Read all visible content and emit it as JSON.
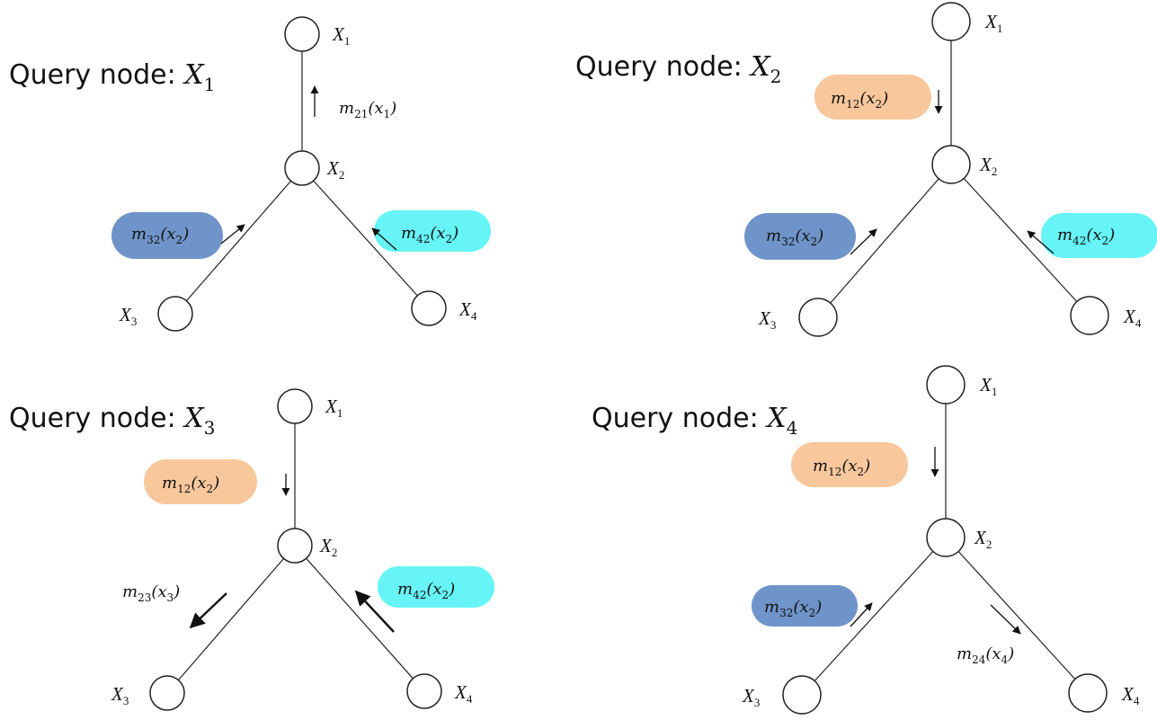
{
  "title_prefix": "Query node: ",
  "colors": {
    "orange": "#f9c79c",
    "blue": "#6f94c9",
    "cyan": "#66f4f7"
  },
  "panels": [
    {
      "query": {
        "var": "X",
        "sub": "1"
      },
      "nodes": [
        {
          "id": "1",
          "label": "X",
          "sub": "1"
        },
        {
          "id": "2",
          "label": "X",
          "sub": "2"
        },
        {
          "id": "3",
          "label": "X",
          "sub": "3"
        },
        {
          "id": "4",
          "label": "X",
          "sub": "4"
        }
      ],
      "messages": [
        {
          "name": "m",
          "sub": "21",
          "arg": "x",
          "argsub": "1",
          "edge": "1-2",
          "direction": "up",
          "highlight": null
        },
        {
          "name": "m",
          "sub": "32",
          "arg": "x",
          "argsub": "2",
          "edge": "2-3",
          "direction": "toward-2",
          "highlight": "blue"
        },
        {
          "name": "m",
          "sub": "42",
          "arg": "x",
          "argsub": "2",
          "edge": "2-4",
          "direction": "toward-2",
          "highlight": "cyan"
        }
      ]
    },
    {
      "query": {
        "var": "X",
        "sub": "2"
      },
      "nodes": [
        {
          "id": "1",
          "label": "X",
          "sub": "1"
        },
        {
          "id": "2",
          "label": "X",
          "sub": "2"
        },
        {
          "id": "3",
          "label": "X",
          "sub": "3"
        },
        {
          "id": "4",
          "label": "X",
          "sub": "4"
        }
      ],
      "messages": [
        {
          "name": "m",
          "sub": "12",
          "arg": "x",
          "argsub": "2",
          "edge": "1-2",
          "direction": "down",
          "highlight": "orange"
        },
        {
          "name": "m",
          "sub": "32",
          "arg": "x",
          "argsub": "2",
          "edge": "2-3",
          "direction": "toward-2",
          "highlight": "blue"
        },
        {
          "name": "m",
          "sub": "42",
          "arg": "x",
          "argsub": "2",
          "edge": "2-4",
          "direction": "toward-2",
          "highlight": "cyan"
        }
      ]
    },
    {
      "query": {
        "var": "X",
        "sub": "3"
      },
      "nodes": [
        {
          "id": "1",
          "label": "X",
          "sub": "1"
        },
        {
          "id": "2",
          "label": "X",
          "sub": "2"
        },
        {
          "id": "3",
          "label": "X",
          "sub": "3"
        },
        {
          "id": "4",
          "label": "X",
          "sub": "4"
        }
      ],
      "messages": [
        {
          "name": "m",
          "sub": "12",
          "arg": "x",
          "argsub": "2",
          "edge": "1-2",
          "direction": "down",
          "highlight": "orange"
        },
        {
          "name": "m",
          "sub": "23",
          "arg": "x",
          "argsub": "3",
          "edge": "2-3",
          "direction": "away-from-2",
          "highlight": null
        },
        {
          "name": "m",
          "sub": "42",
          "arg": "x",
          "argsub": "2",
          "edge": "2-4",
          "direction": "toward-2",
          "highlight": "cyan"
        }
      ]
    },
    {
      "query": {
        "var": "X",
        "sub": "4"
      },
      "nodes": [
        {
          "id": "1",
          "label": "X",
          "sub": "1"
        },
        {
          "id": "2",
          "label": "X",
          "sub": "2"
        },
        {
          "id": "3",
          "label": "X",
          "sub": "3"
        },
        {
          "id": "4",
          "label": "X",
          "sub": "4"
        }
      ],
      "messages": [
        {
          "name": "m",
          "sub": "12",
          "arg": "x",
          "argsub": "2",
          "edge": "1-2",
          "direction": "down",
          "highlight": "orange"
        },
        {
          "name": "m",
          "sub": "32",
          "arg": "x",
          "argsub": "2",
          "edge": "2-3",
          "direction": "toward-2",
          "highlight": "blue"
        },
        {
          "name": "m",
          "sub": "24",
          "arg": "x",
          "argsub": "4",
          "edge": "2-4",
          "direction": "away-from-2",
          "highlight": null
        }
      ]
    }
  ]
}
